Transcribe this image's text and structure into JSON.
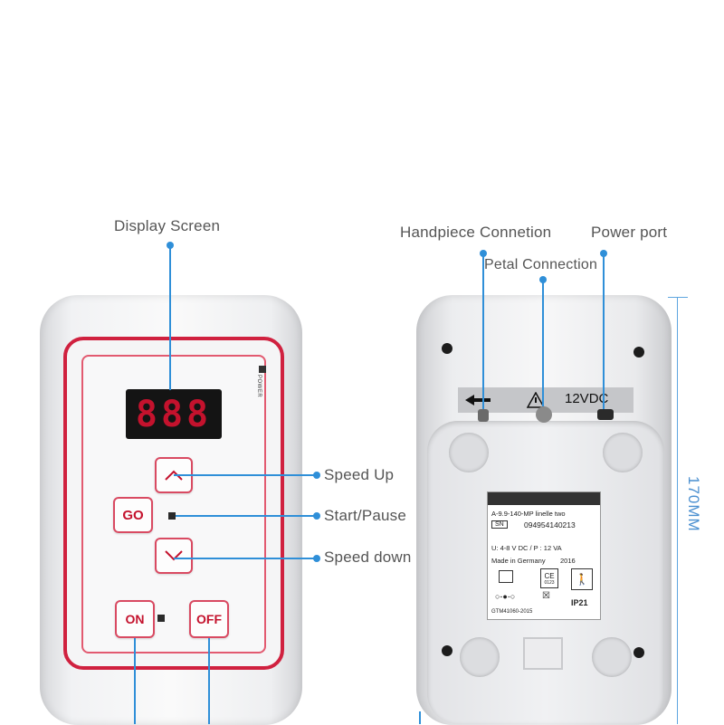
{
  "callouts": {
    "display_screen": "Display Screen",
    "speed_up": "Speed Up",
    "start_pause": "Start/Pause",
    "speed_down": "Speed down",
    "handpiece": "Handpiece Connetion",
    "petal": "Petal  Connection",
    "power_port": "Power port"
  },
  "front": {
    "display_digits": "888",
    "power_label": "POWER",
    "go_label": "GO",
    "on_label": "ON",
    "off_label": "OFF",
    "up_icon": "chevron-up-icon",
    "down_icon": "chevron-down-icon"
  },
  "back": {
    "voltage_label": "12VDC",
    "arrow_icon": "arrow-left-icon",
    "warning_icon": "warning-icon",
    "label": {
      "model": "A-9.9-140-MP linelle two",
      "sn_tag": "SN",
      "serial": "094954140213",
      "rating": "U: 4-8 V DC / P : 12 VA",
      "made_in": "Made in Germany",
      "year": "2016",
      "ce_mark": "CE",
      "ce_number": "0123",
      "ip_rating": "IP21",
      "code": "GTM41060-2015"
    }
  },
  "dimension": {
    "height_label": "170MM"
  },
  "colors": {
    "accent_red": "#d0213f",
    "leader_blue": "#2f8fd8"
  }
}
